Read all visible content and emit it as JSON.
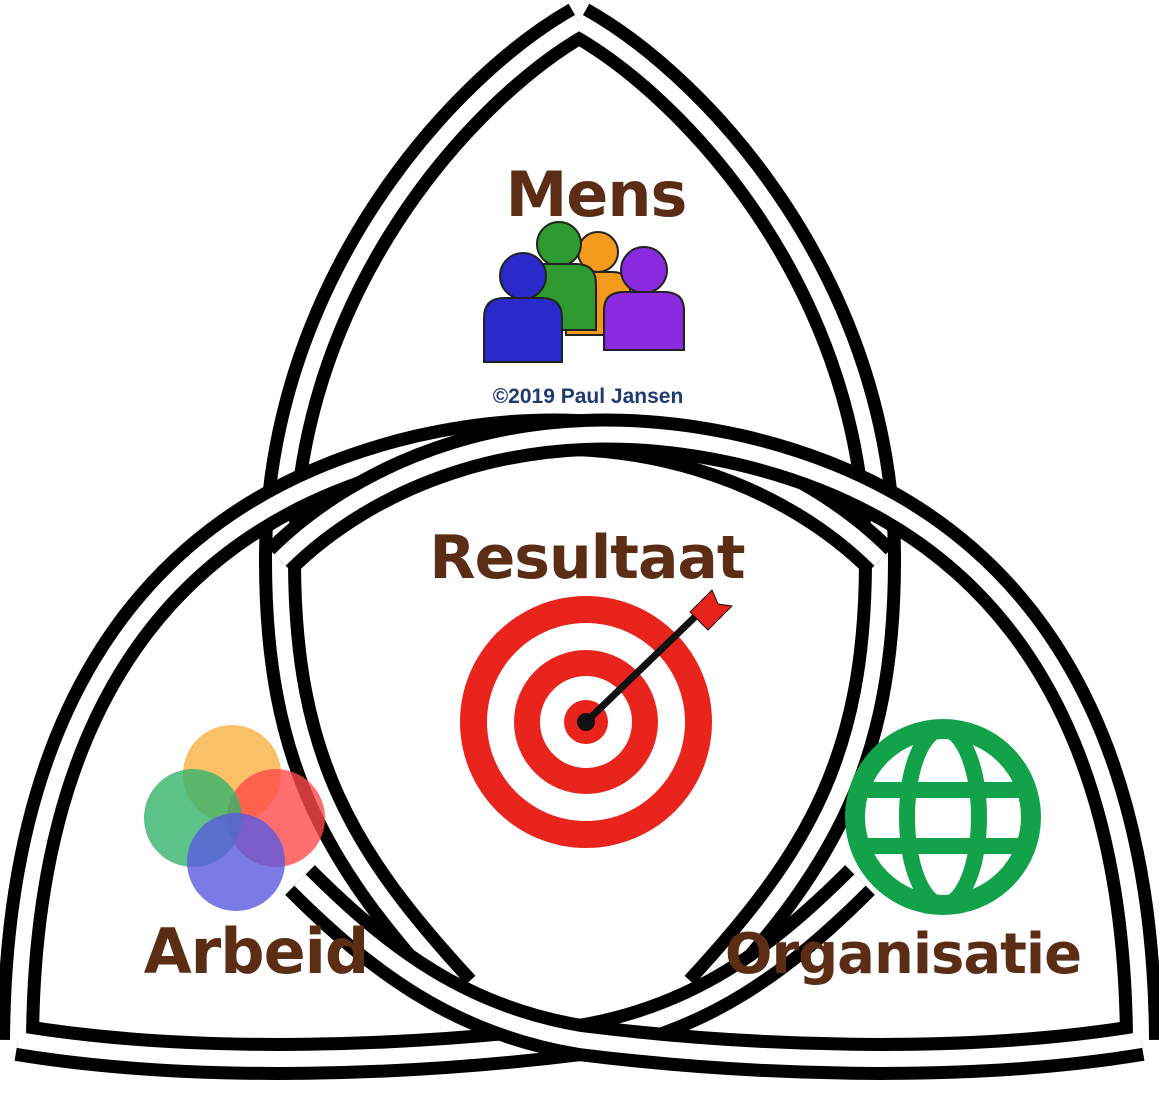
{
  "labels": {
    "top": "Mens",
    "center": "Resultaat",
    "left": "Arbeid",
    "right": "Organisatie"
  },
  "credit": "©2019 Paul Jansen",
  "colors": {
    "outline": "#000000",
    "label_text": "#5a2d14",
    "credit_text": "#1f3a73",
    "target_red": "#e8241c",
    "globe_green": "#12a24a",
    "person_blue": "#2a2acc",
    "person_green": "#2f9a2f",
    "person_orange": "#f39a1c",
    "person_purple": "#8a2ae0",
    "venn_yellow": "#f8b54a",
    "venn_red": "#ff4a4a",
    "venn_green": "#34b36a",
    "venn_blue": "#5a5ae0"
  },
  "icons": {
    "top": "people-group-icon",
    "center": "target-arrow-icon",
    "left": "overlapping-circles-icon",
    "right": "globe-icon"
  }
}
